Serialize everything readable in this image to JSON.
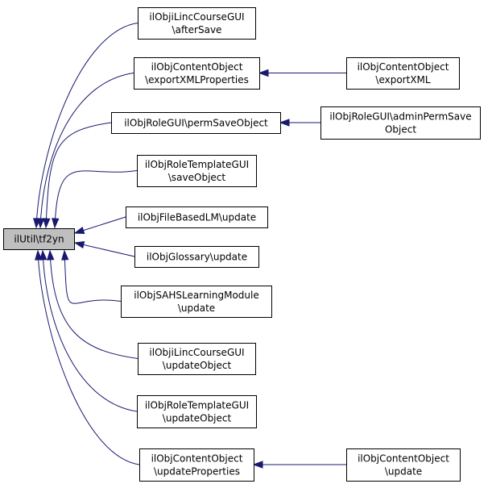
{
  "graph": {
    "root": {
      "id": "root",
      "lines": [
        "ilUtil\\tf2yn"
      ]
    },
    "nodes": [
      {
        "id": "n1",
        "lines": [
          "ilObjiLincCourseGUI",
          "\\afterSave"
        ]
      },
      {
        "id": "n2",
        "lines": [
          "ilObjContentObject",
          "\\exportXMLProperties"
        ]
      },
      {
        "id": "n2a",
        "lines": [
          "ilObjContentObject",
          "\\exportXML"
        ]
      },
      {
        "id": "n3",
        "lines": [
          "ilObjRoleGUI\\permSaveObject"
        ]
      },
      {
        "id": "n3a",
        "lines": [
          "ilObjRoleGUI\\adminPermSave",
          "Object"
        ]
      },
      {
        "id": "n4",
        "lines": [
          "ilObjRoleTemplateGUI",
          "\\saveObject"
        ]
      },
      {
        "id": "n5",
        "lines": [
          "ilObjFileBasedLM\\update"
        ]
      },
      {
        "id": "n6",
        "lines": [
          "ilObjGlossary\\update"
        ]
      },
      {
        "id": "n7",
        "lines": [
          "ilObjSAHSLearningModule",
          "\\update"
        ]
      },
      {
        "id": "n8",
        "lines": [
          "ilObjiLincCourseGUI",
          "\\updateObject"
        ]
      },
      {
        "id": "n9",
        "lines": [
          "ilObjRoleTemplateGUI",
          "\\updateObject"
        ]
      },
      {
        "id": "n10",
        "lines": [
          "ilObjContentObject",
          "\\updateProperties"
        ]
      },
      {
        "id": "n10a",
        "lines": [
          "ilObjContentObject",
          "\\update"
        ]
      }
    ],
    "edges": [
      {
        "from": "n1",
        "to": "root"
      },
      {
        "from": "n2",
        "to": "root"
      },
      {
        "from": "n3",
        "to": "root"
      },
      {
        "from": "n4",
        "to": "root"
      },
      {
        "from": "n5",
        "to": "root"
      },
      {
        "from": "n6",
        "to": "root"
      },
      {
        "from": "n7",
        "to": "root"
      },
      {
        "from": "n8",
        "to": "root"
      },
      {
        "from": "n9",
        "to": "root"
      },
      {
        "from": "n10",
        "to": "root"
      },
      {
        "from": "n2a",
        "to": "n2"
      },
      {
        "from": "n3a",
        "to": "n3"
      },
      {
        "from": "n10a",
        "to": "n10"
      }
    ],
    "colors": {
      "edge": "#191970",
      "root_fill": "#bfbfbf",
      "node_fill": "#ffffff",
      "border": "#000000"
    }
  }
}
